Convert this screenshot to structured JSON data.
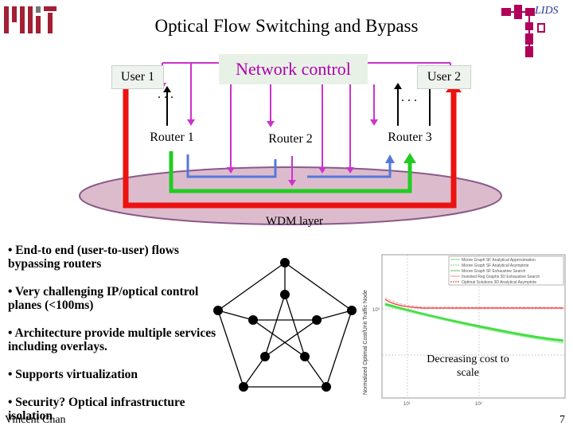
{
  "slide": {
    "title": "Optical Flow Switching and Bypass",
    "logo_left": "MIT",
    "logo_right": "LIDS",
    "author": "Vincent Chan",
    "page_number": "7"
  },
  "network": {
    "user1": "User 1",
    "user2": "User 2",
    "network_control": "Network control",
    "router1": "Router 1",
    "router2": "Router 2",
    "router3": "Router 3",
    "wdm_layer": "WDM layer",
    "dots": ". . ."
  },
  "bullets": [
    "• End-to end (user-to-user) flows bypassing routers",
    "• Very challenging IP/optical control planes (<100ms)",
    "• Architecture provide multiple services including overlays.",
    "• Supports virtualization",
    "• Security? Optical infrastructure isolation"
  ],
  "chart": {
    "ylabel": "Normalized Optimal Cost/Unit Traffic Node",
    "legend": [
      "Moore Graph SF Analytical Approximation",
      "Moore Graph SF Analytical Asymptote",
      "Moore Graph SF Exhaustive Search",
      "Invested Reg Graphs 3D Exhaustive Search",
      "Optimal Solutions 3D Analytical Asymptote"
    ],
    "note": "Decreasing cost to scale",
    "x_ticks": [
      "10¹",
      "10²"
    ],
    "y_tick": "10⁰"
  },
  "colors": {
    "red": "#ee1111",
    "green": "#22cc22",
    "blue": "#5577dd",
    "magenta": "#cc33cc",
    "wdm_fill": "#dcbccc"
  }
}
